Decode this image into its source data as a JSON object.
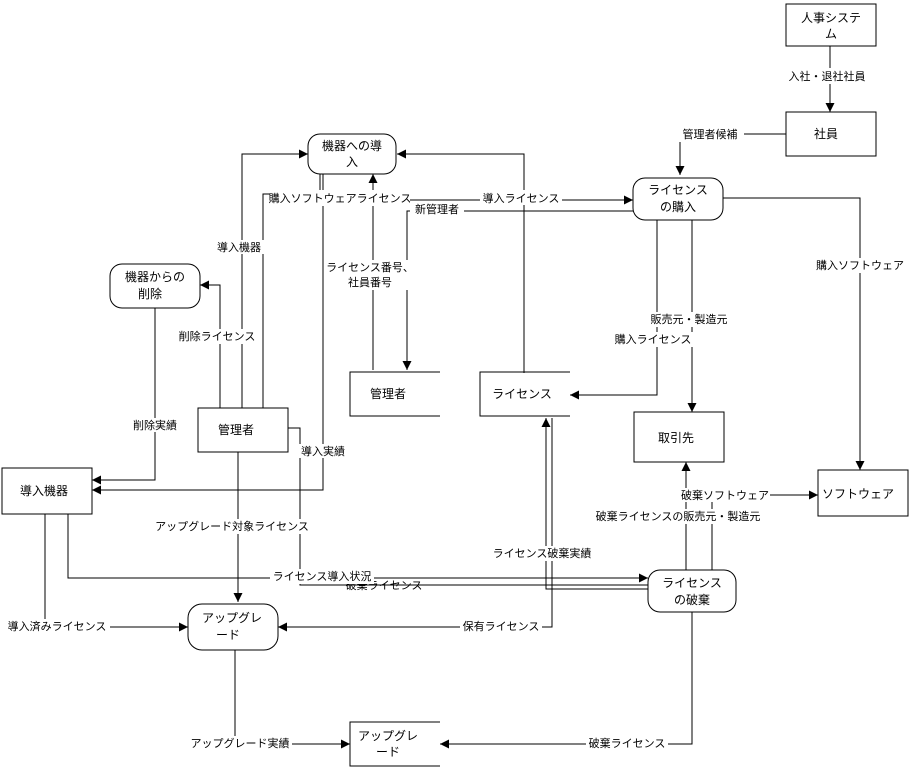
{
  "diagram": {
    "nodes": {
      "hr_system": {
        "line1": "人事システ",
        "line2": "ム"
      },
      "employee": {
        "label": "社員"
      },
      "install_device": {
        "line1": "機器への導",
        "line2": "入"
      },
      "purchase_license": {
        "line1": "ライセンス",
        "line2": "の購入"
      },
      "remove_device": {
        "line1": "機器からの",
        "line2": "削除"
      },
      "administrator_store": {
        "label": "管理者"
      },
      "license_store": {
        "label": "ライセンス"
      },
      "manager_entity": {
        "label": "管理者"
      },
      "vendor": {
        "label": "取引先"
      },
      "installed_devices": {
        "label": "導入機器"
      },
      "software": {
        "label": "ソフトウェア"
      },
      "dispose_license": {
        "line1": "ライセンス",
        "line2": "の破棄"
      },
      "upgrade_process": {
        "line1": "アップグレ",
        "line2": "ード"
      },
      "upgrade_store": {
        "line1": "アップグレ",
        "line2": "ード"
      }
    },
    "flows": {
      "hire_retire": "入社・退社社員",
      "manager_candidate": "管理者候補",
      "purchased_sw_license": "購入ソフトウェアライセンス",
      "install_license": "導入ライセンス",
      "new_manager": "新管理者",
      "installed_device": "導入機器",
      "license_employee_no_1": "ライセンス番号、",
      "license_employee_no_2": "社員番号",
      "purchased_software": "購入ソフトウェア",
      "vendor_maker": "販売元・製造元",
      "purchased_license": "購入ライセンス",
      "removed_license": "削除ライセンス",
      "removal_record": "削除実績",
      "install_record": "導入実績",
      "disposed_software": "破棄ソフトウェア",
      "disposed_vendor_maker": "破棄ライセンスの販売元・製造元",
      "upgrade_target": "アップグレード対象ライセンス",
      "disposal_record": "ライセンス破棄実績",
      "install_status": "ライセンス導入状況",
      "disposed_license_hidden": "破棄ライセンス",
      "installed_licenses": "導入済みライセンス",
      "held_license": "保有ライセンス",
      "upgrade_record": "アップグレード実績",
      "disposed_license": "破棄ライセンス"
    }
  }
}
